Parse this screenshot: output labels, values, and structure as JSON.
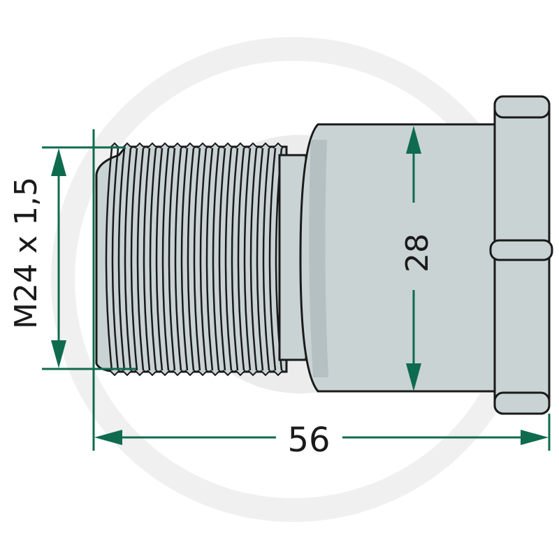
{
  "dimensions": {
    "thread": "M24 x 1,5",
    "diameter": "28",
    "length": "56"
  },
  "colors": {
    "body_fill": "#c9d3d4",
    "body_dark": "#b4c0c1",
    "outline": "#1a1a1a",
    "dimension_line": "#0f6b4e",
    "watermark": "#f0f0f0"
  }
}
